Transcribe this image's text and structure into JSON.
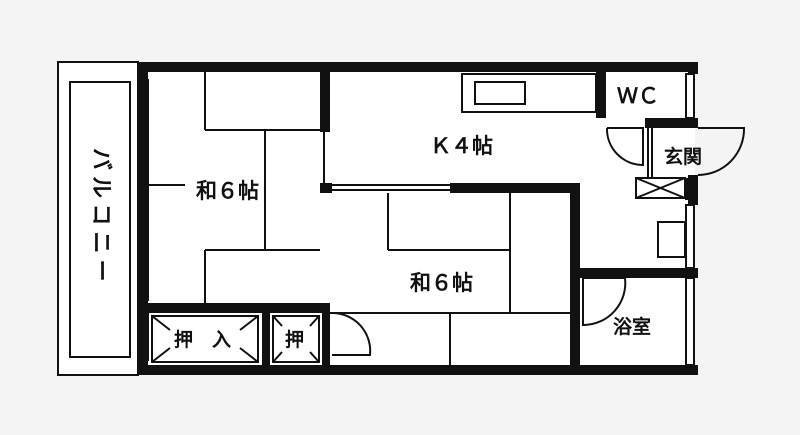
{
  "rooms": {
    "balcony": "バルコニー",
    "washitsu_left": "和６帖",
    "kitchen": "Ｋ４帖",
    "washitsu_center": "和６帖",
    "wc": "ＷＣ",
    "entrance": "玄関",
    "bathroom": "浴室",
    "closet_large": "押　入",
    "closet_small": "押"
  },
  "colors": {
    "wall": "#111111",
    "background": "#f4f4f4",
    "floor": "#ffffff"
  }
}
